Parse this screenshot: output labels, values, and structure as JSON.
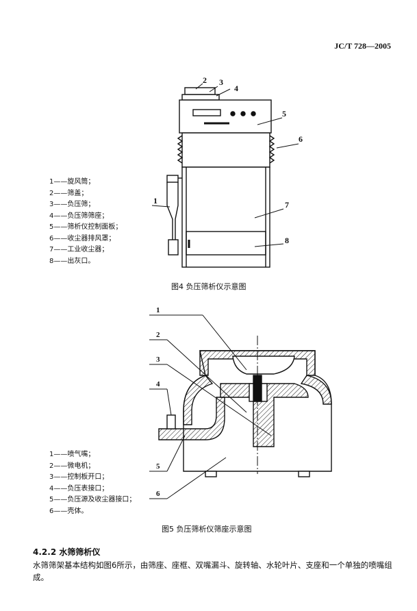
{
  "header": {
    "standard_code": "JC/T 728—2005"
  },
  "figure4": {
    "legend": [
      "1——旋风筒；",
      "2——筛盖；",
      "3——负压筛；",
      "4——负压筛筛座；",
      "5——筛析仪控制面板；",
      "6——收尘器排风罩；",
      "7——工业收尘器；",
      "8——出灰口。"
    ],
    "callouts": [
      "1",
      "2",
      "3",
      "4",
      "5",
      "6",
      "7",
      "8"
    ],
    "caption": "图4  负压筛析仪示意图"
  },
  "figure5": {
    "legend": [
      "1——喷气嘴；",
      "2——微电机；",
      "3——控制板开口；",
      "4——负压表接口；",
      "5——负压源及收尘器接口；",
      "6——壳体。"
    ],
    "callouts": [
      "1",
      "2",
      "3",
      "4",
      "5",
      "6"
    ],
    "caption": "图5  负压筛析仪筛座示意图"
  },
  "section": {
    "number_title": "4.2.2  水筛筛析仪"
  },
  "body": {
    "paragraph": "水筛筛架基本结构如图6所示，由筛座、座框、双嘴漏斗、旋转轴、水轮叶片、支座和一个单独的喷嘴组成。"
  }
}
